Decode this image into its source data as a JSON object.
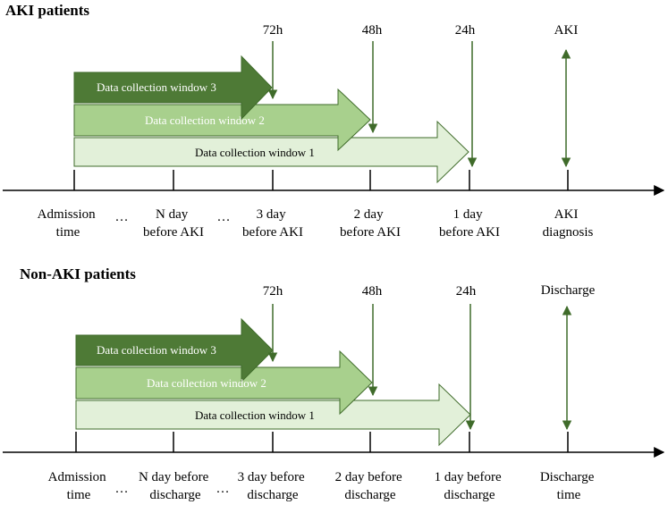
{
  "aki": {
    "title": "AKI patients",
    "markers": {
      "h72": "72h",
      "h48": "48h",
      "h24": "24h",
      "event": "AKI"
    },
    "windows": {
      "w3": "Data collection window 3",
      "w2": "Data collection window 2",
      "w1": "Data collection window 1"
    },
    "ticks": {
      "admission": [
        "Admission",
        "time"
      ],
      "nday": [
        "N day",
        "before AKI"
      ],
      "day3": [
        "3 day",
        "before AKI"
      ],
      "day2": [
        "2 day",
        "before AKI"
      ],
      "day1": [
        "1 day",
        "before AKI"
      ],
      "event": [
        "AKI",
        "diagnosis"
      ]
    },
    "ellipses": [
      "…",
      "…"
    ]
  },
  "nonaki": {
    "title": "Non-AKI patients",
    "markers": {
      "h72": "72h",
      "h48": "48h",
      "h24": "24h",
      "event": "Discharge"
    },
    "windows": {
      "w3": "Data collection window 3",
      "w2": "Data collection window 2",
      "w1": "Data collection window 1"
    },
    "ticks": {
      "admission": [
        "Admission",
        "time"
      ],
      "nday": [
        "N day before",
        "discharge"
      ],
      "day3": [
        "3 day before",
        "discharge"
      ],
      "day2": [
        "2 day before",
        "discharge"
      ],
      "day1": [
        "1 day before",
        "discharge"
      ],
      "event": [
        "Discharge",
        "time"
      ]
    },
    "ellipses": [
      "…",
      "…"
    ]
  },
  "colors": {
    "dark_green": "#4e7a36",
    "mid_green": "#a8d08d",
    "light_green": "#e2f0d9",
    "outline": "#3f6b2a"
  }
}
